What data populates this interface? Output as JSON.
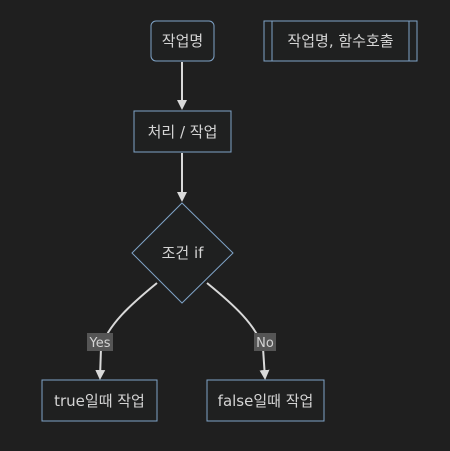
{
  "diagram": {
    "nodes": {
      "start": "작업명",
      "subroutine": "작업명, 함수호출",
      "process": "처리 / 작업",
      "decision": "조건 if",
      "true_branch": "true일때 작업",
      "false_branch": "false일때 작업"
    },
    "edges": {
      "yes": "Yes",
      "no": "No"
    }
  },
  "colors": {
    "background": "#1f1f1f",
    "node_fill": "#1f2020",
    "node_stroke": "#7fa3c7",
    "edge": "#d9d9d9",
    "label_bg": "#555555",
    "text": "#d4d4d4"
  }
}
